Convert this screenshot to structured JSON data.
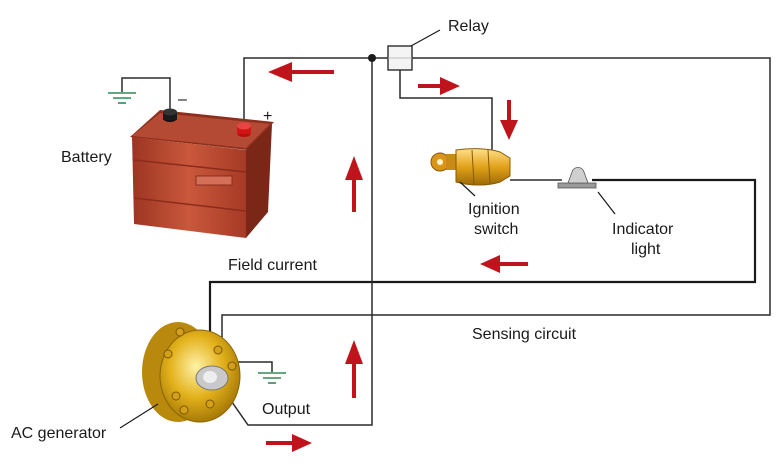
{
  "labels": {
    "relay": "Relay",
    "battery": "Battery",
    "battery_negative": "–",
    "battery_positive": "+",
    "ignition_switch_line1": "Ignition",
    "ignition_switch_line2": "switch",
    "indicator_light_line1": "Indicator",
    "indicator_light_line2": "light",
    "field_current": "Field current",
    "sensing_circuit": "Sensing circuit",
    "output": "Output",
    "ac_generator": "AC generator"
  },
  "colors": {
    "arrow": "#c0141c",
    "ground": "#2e8b57",
    "battery_body": "#b5452e",
    "battery_top": "#8c2f1e",
    "generator": "#e3b21c",
    "ignition_switch": "#e2a21a"
  }
}
